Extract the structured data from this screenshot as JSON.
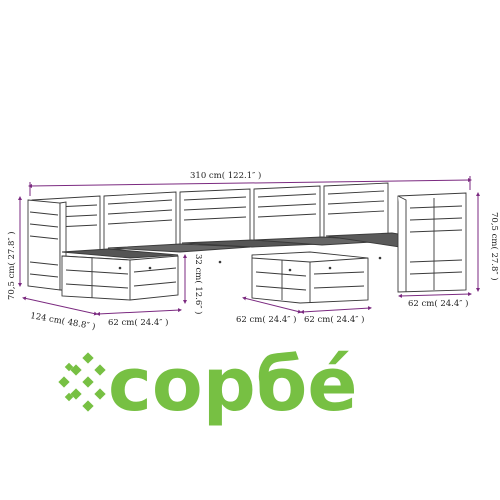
{
  "dimensions": {
    "total_width": "310 cm( 122.1″ )",
    "left_height": "70,5 cm( 27.8″ )",
    "right_height": "70,5 cm( 27.8″ )",
    "left_depth": "124 cm( 48.8″ )",
    "left_ottoman_width": "62 cm( 24.4″ )",
    "ottoman_height": "32 cm( 12.6″ )",
    "front_ottoman_depth": "62 cm( 24.4″ )",
    "front_ottoman_width": "62 cm( 24.4″ )",
    "right_module_width": "62 cm( 24.4″ )"
  },
  "logo": {
    "text": "copбé",
    "color": "#77c043"
  },
  "colors": {
    "dimension_line": "#7b2a80",
    "furniture_line": "#3a3a3a",
    "seat_dark": "#555555"
  }
}
